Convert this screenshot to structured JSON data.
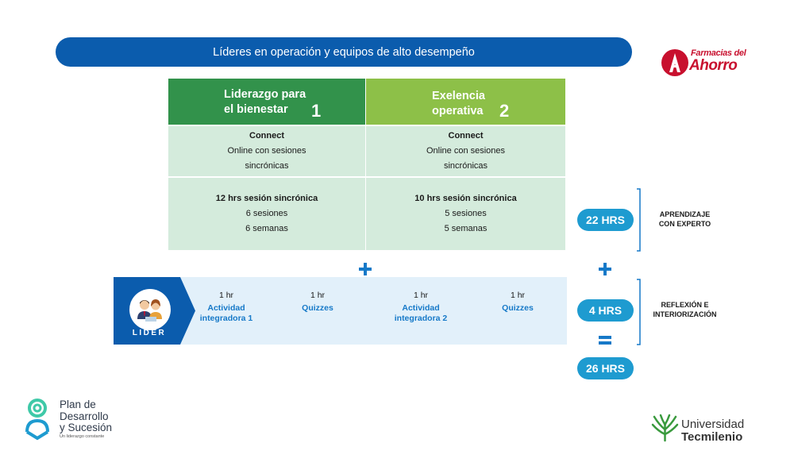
{
  "header": {
    "title": "Líderes en operación y equipos de alto desempeño"
  },
  "brand_top": {
    "line1": "Farmacias del",
    "line2": "Ahorro",
    "color": "#c8102e"
  },
  "columns": [
    {
      "title_line1": "Liderazgo para",
      "title_line2": "el bienestar",
      "number": "1",
      "color": "#32924b"
    },
    {
      "title_line1": "Exelencia",
      "title_line2": "operativa",
      "number": "2",
      "color": "#8dc048"
    }
  ],
  "rows": [
    [
      {
        "bold": "Connect",
        "line2": "Online con sesiones",
        "line3": "sincrónicas"
      },
      {
        "bold": "Connect",
        "line2": "Online con sesiones",
        "line3": "sincrónicas"
      }
    ],
    [
      {
        "bold": "12 hrs sesión sincrónica",
        "line2": "6 sesiones",
        "line3": "6 semanas"
      },
      {
        "bold": "10 hrs sesión sincrónica",
        "line2": "5 sesiones",
        "line3": "5 semanas"
      }
    ]
  ],
  "lider": {
    "label": "LIDER",
    "activities": [
      {
        "hours": "1 hr",
        "name_line1": "Actividad",
        "name_line2": "integradora 1"
      },
      {
        "hours": "1 hr",
        "name_line1": "Quizzes",
        "name_line2": ""
      },
      {
        "hours": "1 hr",
        "name_line1": "Actividad",
        "name_line2": "integradora 2"
      },
      {
        "hours": "1 hr",
        "name_line1": "Quizzes",
        "name_line2": ""
      }
    ]
  },
  "totals": {
    "experto_hours": "22 HRS",
    "reflexion_hours": "4 HRS",
    "total_hours": "26 HRS",
    "experto_label_line1": "APRENDIZAJE",
    "experto_label_line2": "CON EXPERTO",
    "reflexion_label_line1": "REFLEXIÓN E",
    "reflexion_label_line2": "INTERIORIZACIÓN"
  },
  "brand_bottom_left": {
    "line1": "Plan de",
    "line2": "Desarrollo",
    "line3": "y Sucesión",
    "tagline": "Un liderazgo constante"
  },
  "brand_bottom_right": {
    "line1": "Universidad",
    "line2": "Tecmilenio"
  }
}
